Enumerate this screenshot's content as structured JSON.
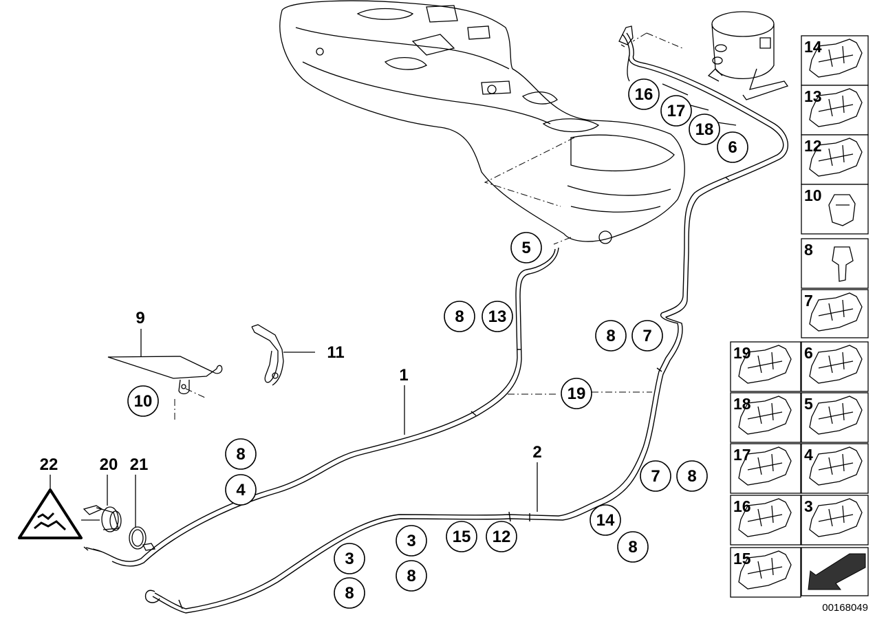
{
  "callouts": [
    {
      "id": "c16",
      "label": "16"
    },
    {
      "id": "c17",
      "label": "17"
    },
    {
      "id": "c18",
      "label": "18"
    },
    {
      "id": "c6",
      "label": "6"
    },
    {
      "id": "c5",
      "label": "5"
    },
    {
      "id": "c8a",
      "label": "8"
    },
    {
      "id": "c13",
      "label": "13"
    },
    {
      "id": "c8b",
      "label": "8"
    },
    {
      "id": "c7a",
      "label": "7"
    },
    {
      "id": "c19",
      "label": "19"
    },
    {
      "id": "c10",
      "label": "10"
    },
    {
      "id": "c8c",
      "label": "8"
    },
    {
      "id": "c4",
      "label": "4"
    },
    {
      "id": "c7b",
      "label": "7"
    },
    {
      "id": "c8d",
      "label": "8"
    },
    {
      "id": "c14",
      "label": "14"
    },
    {
      "id": "c8e",
      "label": "8"
    },
    {
      "id": "c3a",
      "label": "3"
    },
    {
      "id": "c15",
      "label": "15"
    },
    {
      "id": "c12",
      "label": "12"
    },
    {
      "id": "c3b",
      "label": "3"
    },
    {
      "id": "c8f",
      "label": "8"
    },
    {
      "id": "c8g",
      "label": "8"
    }
  ],
  "plain_labels": [
    {
      "id": "l9",
      "label": "9"
    },
    {
      "id": "l11",
      "label": "11"
    },
    {
      "id": "l1",
      "label": "1"
    },
    {
      "id": "l2",
      "label": "2"
    },
    {
      "id": "l22",
      "label": "22"
    },
    {
      "id": "l20",
      "label": "20"
    },
    {
      "id": "l21",
      "label": "21"
    }
  ],
  "parts_panel": {
    "right_column": [
      "14",
      "13",
      "12",
      "10",
      "8",
      "7",
      "6",
      "5",
      "4",
      "3"
    ],
    "left_column": [
      "19",
      "18",
      "17",
      "16",
      "15"
    ]
  },
  "document_number": "00168049"
}
